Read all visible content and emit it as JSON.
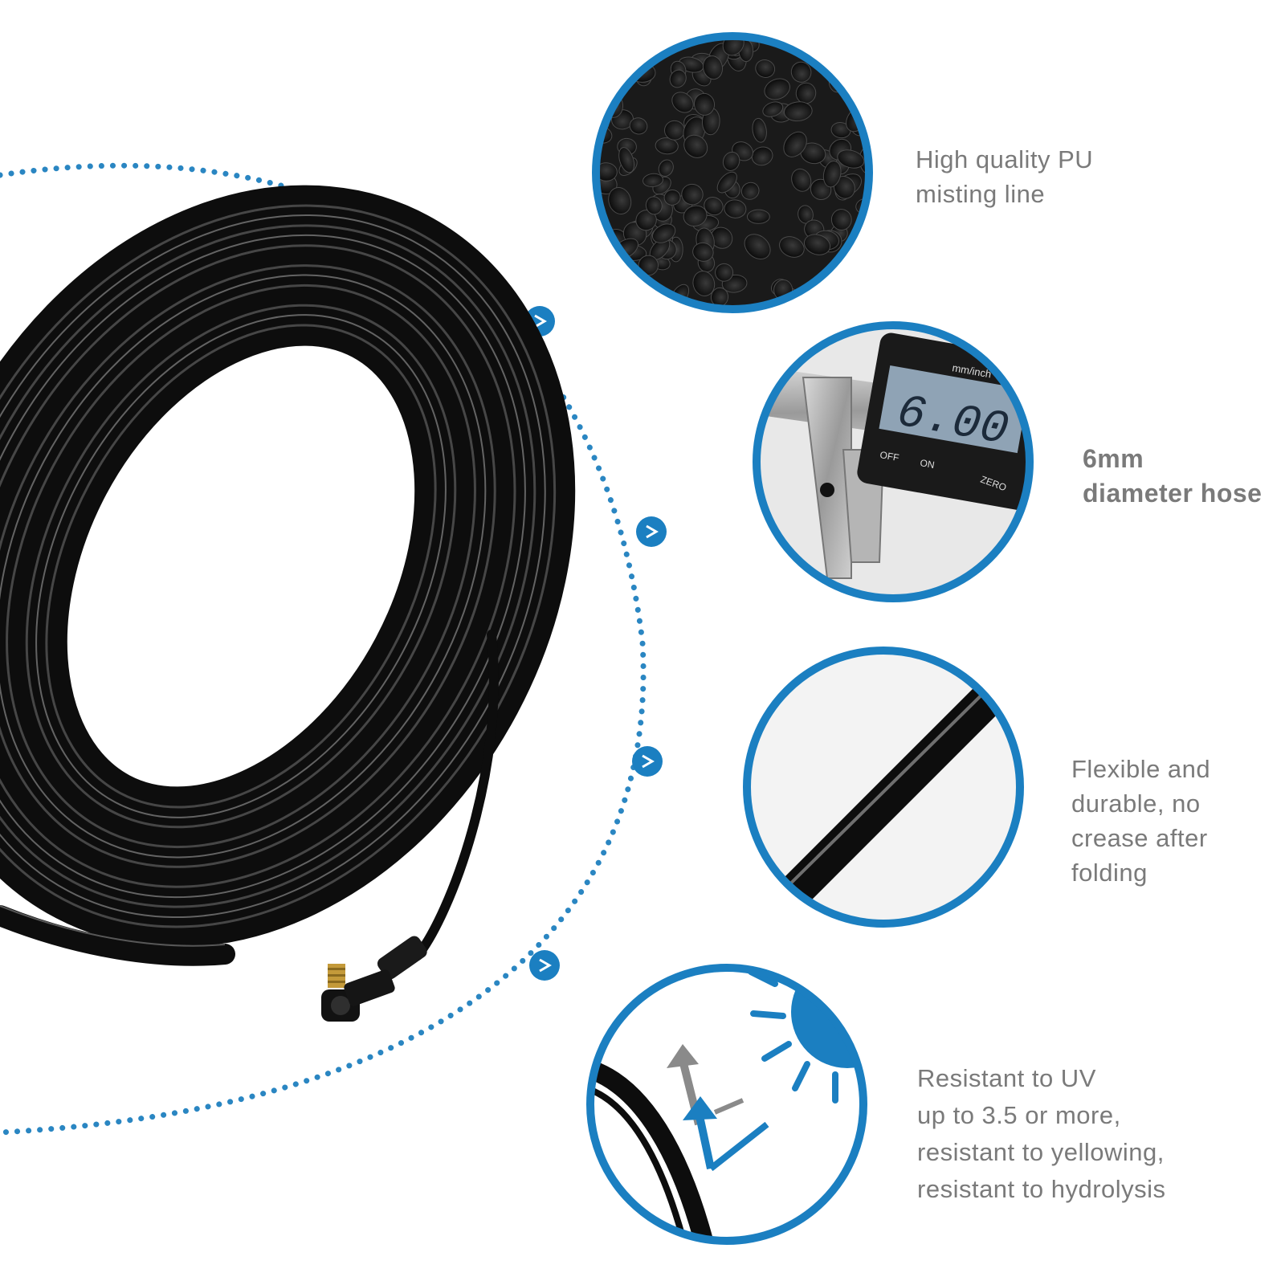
{
  "colors": {
    "accent": "#1b7fc1",
    "dotted_path": "#2a86c2",
    "hose": "#0d0d0d",
    "text": "#7a7a7a"
  },
  "features": [
    {
      "icon": "pellets-image",
      "text": "High quality PU\nmisting line"
    },
    {
      "icon": "caliper-image",
      "text": "6mm\ndiameter hose",
      "display": "6.00",
      "caliper_labels": [
        "mm/inch",
        "OFF",
        "ON",
        "ZERO"
      ]
    },
    {
      "icon": "hose-closeup-image",
      "text": "Flexible and\ndurable, no\ncrease after\nfolding"
    },
    {
      "icon": "sun-uv-image",
      "text": "Resistant to UV\nup to 3.5 or more,\nresistant to yellowing,\nresistant to hydrolysis"
    }
  ],
  "markers": [
    "chevron-icon",
    "chevron-icon",
    "chevron-icon",
    "chevron-icon"
  ]
}
